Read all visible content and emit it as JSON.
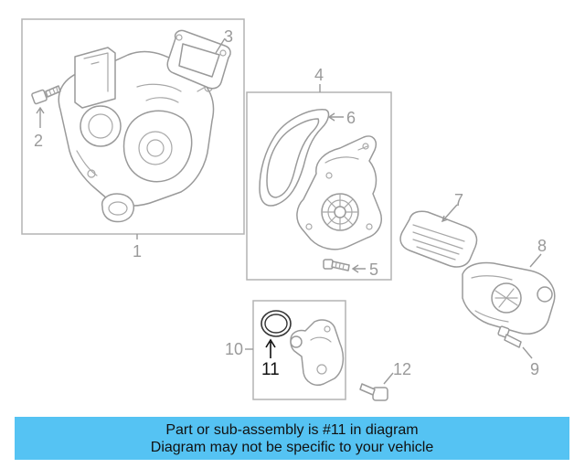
{
  "callouts": {
    "c1": "1",
    "c2": "2",
    "c3": "3",
    "c4": "4",
    "c5": "5",
    "c6": "6",
    "c7": "7",
    "c8": "8",
    "c9": "9",
    "c10": "10",
    "c11": "11",
    "c12": "12"
  },
  "highlight_part": "11",
  "colors": {
    "banner": "#55c3f3",
    "line_art": "#9a9a9a",
    "highlight": "#111111"
  },
  "banner": {
    "line1": "Part or sub-assembly is #11 in diagram",
    "line2": "Diagram may not be specific to your vehicle"
  }
}
